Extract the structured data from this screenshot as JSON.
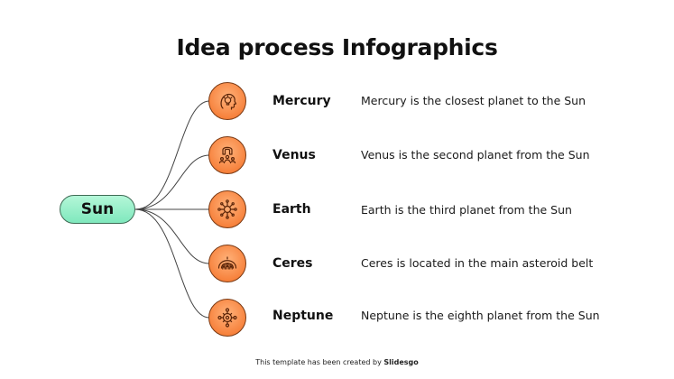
{
  "title": "Idea process Infographics",
  "root": {
    "label": "Sun",
    "color": "#8ff0c6"
  },
  "items": [
    {
      "name": "Mercury",
      "description": "Mercury is the closest planet to the Sun",
      "icon": "head-lightbulb-icon"
    },
    {
      "name": "Venus",
      "description": "Venus is the second planet from the Sun",
      "icon": "magnet-people-icon"
    },
    {
      "name": "Earth",
      "description": "Earth is the third planet from the Sun",
      "icon": "idea-network-icon"
    },
    {
      "name": "Ceres",
      "description": "Ceres is located in the main asteroid belt",
      "icon": "gauge-people-icon"
    },
    {
      "name": "Neptune",
      "description": "Neptune is the eighth planet from the Sun",
      "icon": "gear-cluster-icon"
    }
  ],
  "icon_color": "#f7833e",
  "footer": {
    "prefix": "This template has been created by",
    "brand": "Slidesgo"
  }
}
